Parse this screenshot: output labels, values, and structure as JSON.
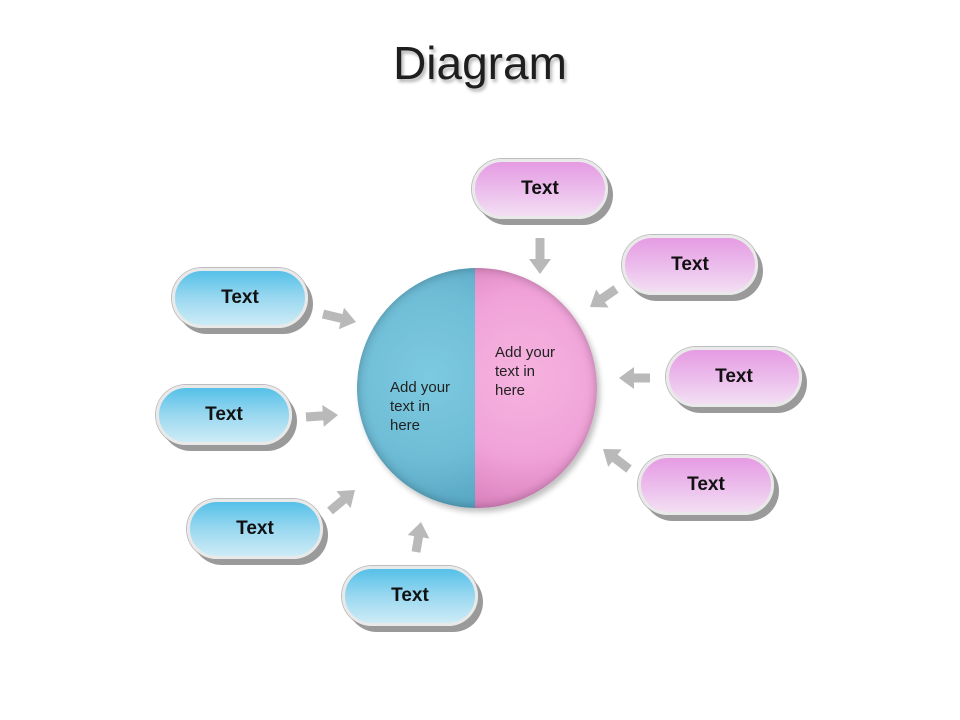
{
  "title": "Diagram",
  "center": {
    "left_text": "Add your\ntext in\nhere",
    "right_text": "Add your\ntext in\nhere",
    "left_color": "#72c0d9",
    "right_color": "#f2a6da"
  },
  "left_items": [
    {
      "label": "Text"
    },
    {
      "label": "Text"
    },
    {
      "label": "Text"
    },
    {
      "label": "Text"
    }
  ],
  "right_items": [
    {
      "label": "Text"
    },
    {
      "label": "Text"
    },
    {
      "label": "Text"
    },
    {
      "label": "Text"
    }
  ],
  "colors": {
    "blue_box": "#8fd3ef",
    "pink_box": "#ebb8ea",
    "arrow": "#b9b9b9"
  }
}
